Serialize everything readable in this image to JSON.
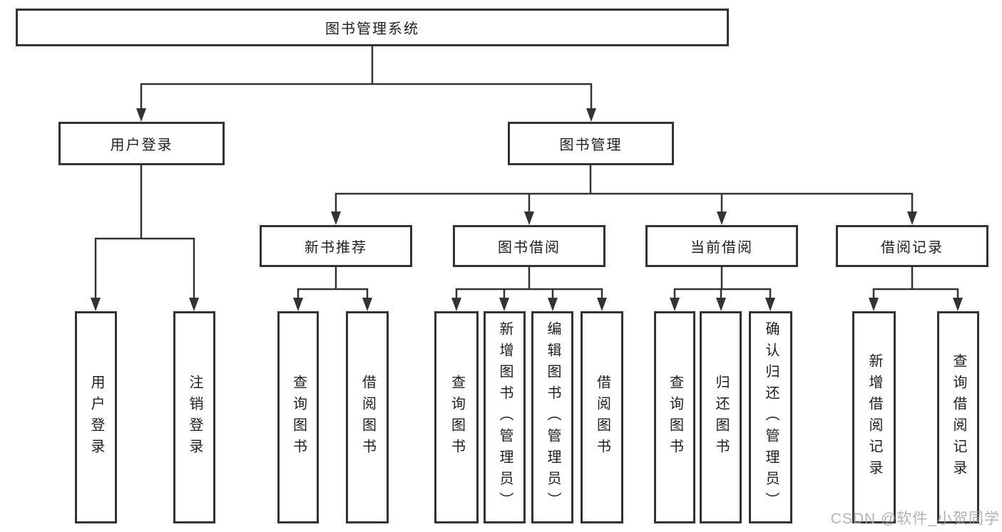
{
  "tree": {
    "root": "图书管理系统",
    "branches": [
      {
        "label": "用户登录",
        "children": [
          "用户登录",
          "注销登录"
        ]
      },
      {
        "label": "图书管理",
        "sections": [
          {
            "label": "新书推荐",
            "children": [
              "查询图书",
              "借阅图书"
            ]
          },
          {
            "label": "图书借阅",
            "children": [
              "查询图书",
              "新增图书（管理员）",
              "编辑图书（管理员）",
              "借阅图书"
            ]
          },
          {
            "label": "当前借阅",
            "children": [
              "查询图书",
              "归还图书",
              "确认归还（管理员）"
            ]
          },
          {
            "label": "借阅记录",
            "children": [
              "新增借阅记录",
              "查询借阅记录"
            ]
          }
        ]
      }
    ]
  },
  "watermark": "CSDN @软件_小贺同学",
  "colors": {
    "line": "#333333",
    "text": "#1e1e1e",
    "box_background": "#ffffff",
    "watermark": "#a5a5a5",
    "background": "#ffffff"
  }
}
